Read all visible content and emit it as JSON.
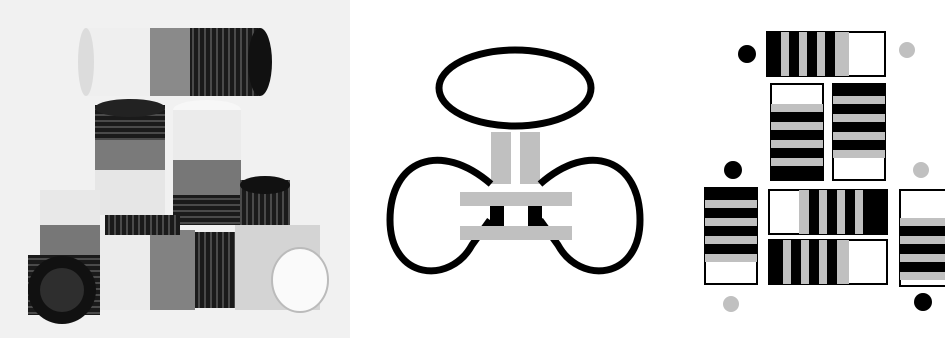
{
  "figure": {
    "panels": [
      {
        "id": "photo",
        "description_kind": "photograph-of-taped-tube-segments"
      },
      {
        "id": "diagram",
        "description_kind": "line-drawing"
      },
      {
        "id": "pattern",
        "description_kind": "stripe-pattern-tiles"
      }
    ],
    "colors": {
      "black": "#000000",
      "gray": "#c0c0c0",
      "white": "#ffffff",
      "tape_dark": "#6f6f6f",
      "photo_bg": "#f1f1f1"
    }
  }
}
